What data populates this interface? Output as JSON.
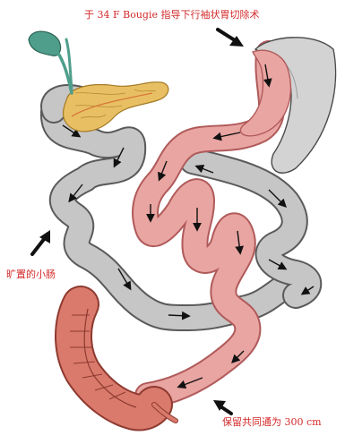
{
  "labels": {
    "sleeve": "于 34 F Bougie 指导下行袖状胃切除术",
    "excluded_bowel": "旷置的小肠",
    "common_channel": "保留共同通为 300 cm"
  },
  "colors": {
    "label_red": "#d42a2a",
    "pink_bowel": "#e9a5a2",
    "pink_edge": "#b05a5a",
    "grey_bowel": "#c6c6c6",
    "grey_edge": "#5a5a5a",
    "pancreas": "#e8c063",
    "gallbladder": "#4f9e8c",
    "colon": "#d97a6c"
  }
}
